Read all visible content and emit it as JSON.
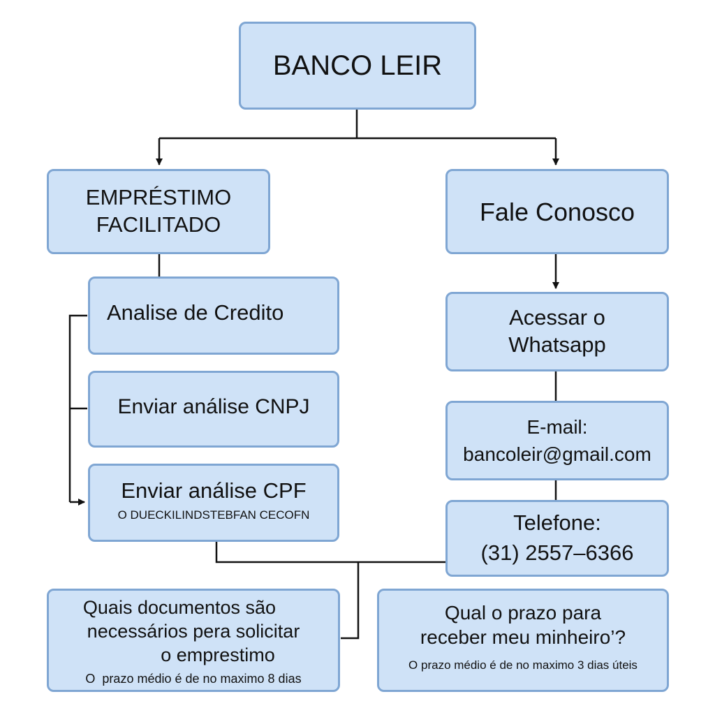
{
  "root": {
    "title": "BANCO LEIR"
  },
  "left_branch": {
    "title_line1": "EMPRÉSTIMO",
    "title_line2": "FACILITADO",
    "steps": [
      {
        "label": "Analise de Credito"
      },
      {
        "label": "Enviar análise CNPJ"
      },
      {
        "label": "Enviar análise CPF",
        "sublabel": "O DUECKILINDSTEBFAN CECOFN"
      }
    ]
  },
  "right_branch": {
    "title": "Fale Conosco",
    "whatsapp_line1": "Acessar o",
    "whatsapp_line2": "Whatsapp",
    "email_label": "E-mail:",
    "email_value": "bancoleir@gmail.com",
    "phone_label": "Telefone:",
    "phone_value": "(31) 2557–6366"
  },
  "faq": [
    {
      "line1": "Quais documentos são",
      "line2": "necessários pera solicitar",
      "line3": "o emprestimo",
      "note": "O  prazo médio é de no maximo 8 dias"
    },
    {
      "line1": "Qual o prazo para",
      "line2": "receber meu minheiro’?",
      "note": "O prazo médio é de no maximo 3 dias úteis"
    }
  ],
  "colors": {
    "box_fill": "#cfe2f7",
    "box_border": "#7fa6d3",
    "connector": "#111111",
    "text": "#111111"
  }
}
